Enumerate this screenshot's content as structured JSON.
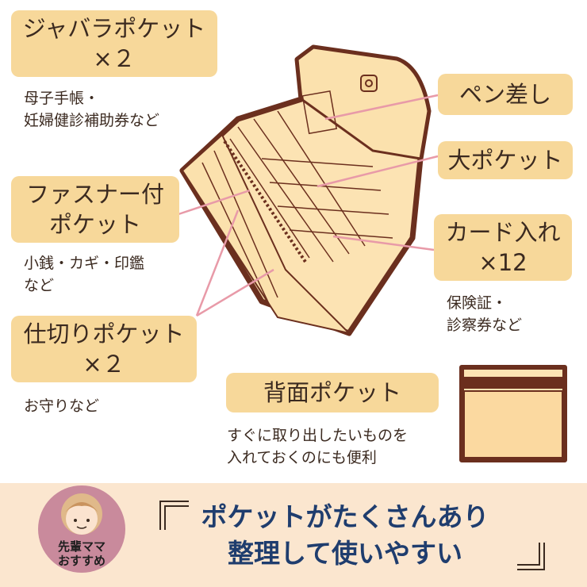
{
  "labels": {
    "jabara": {
      "line1": "ジャバラポケット",
      "line2": "×２"
    },
    "fastener": {
      "line1": "ファスナー付",
      "line2": "ポケット"
    },
    "shikiri": {
      "line1": "仕切りポケット",
      "line2": "×２"
    },
    "pen": "ペン差し",
    "big": "大ポケット",
    "card": {
      "line1": "カード入れ",
      "line2": "×12"
    },
    "back": "背面ポケット"
  },
  "notes": {
    "jabara": [
      "母子手帳・",
      "妊婦健診補助券など"
    ],
    "fastener": [
      "小銭・カギ・印鑑",
      "など"
    ],
    "shikiri": [
      "お守りなど"
    ],
    "card": [
      "保険証・",
      "診察券など"
    ],
    "back": [
      "すぐに取り出したいものを",
      "入れておくのにも便利"
    ]
  },
  "banner": {
    "headline": [
      "ポケットがたくさんあり",
      "整理して使いやすい"
    ],
    "badge": [
      "先輩ママ",
      "おすすめ"
    ]
  },
  "colors": {
    "label_bg": "#f7d89a",
    "leader": "#e89aa8",
    "outline": "#6b2f1e",
    "fill": "#fce3b3",
    "banner_bg": "#fbe6cf",
    "headline": "#1f3d6e"
  }
}
